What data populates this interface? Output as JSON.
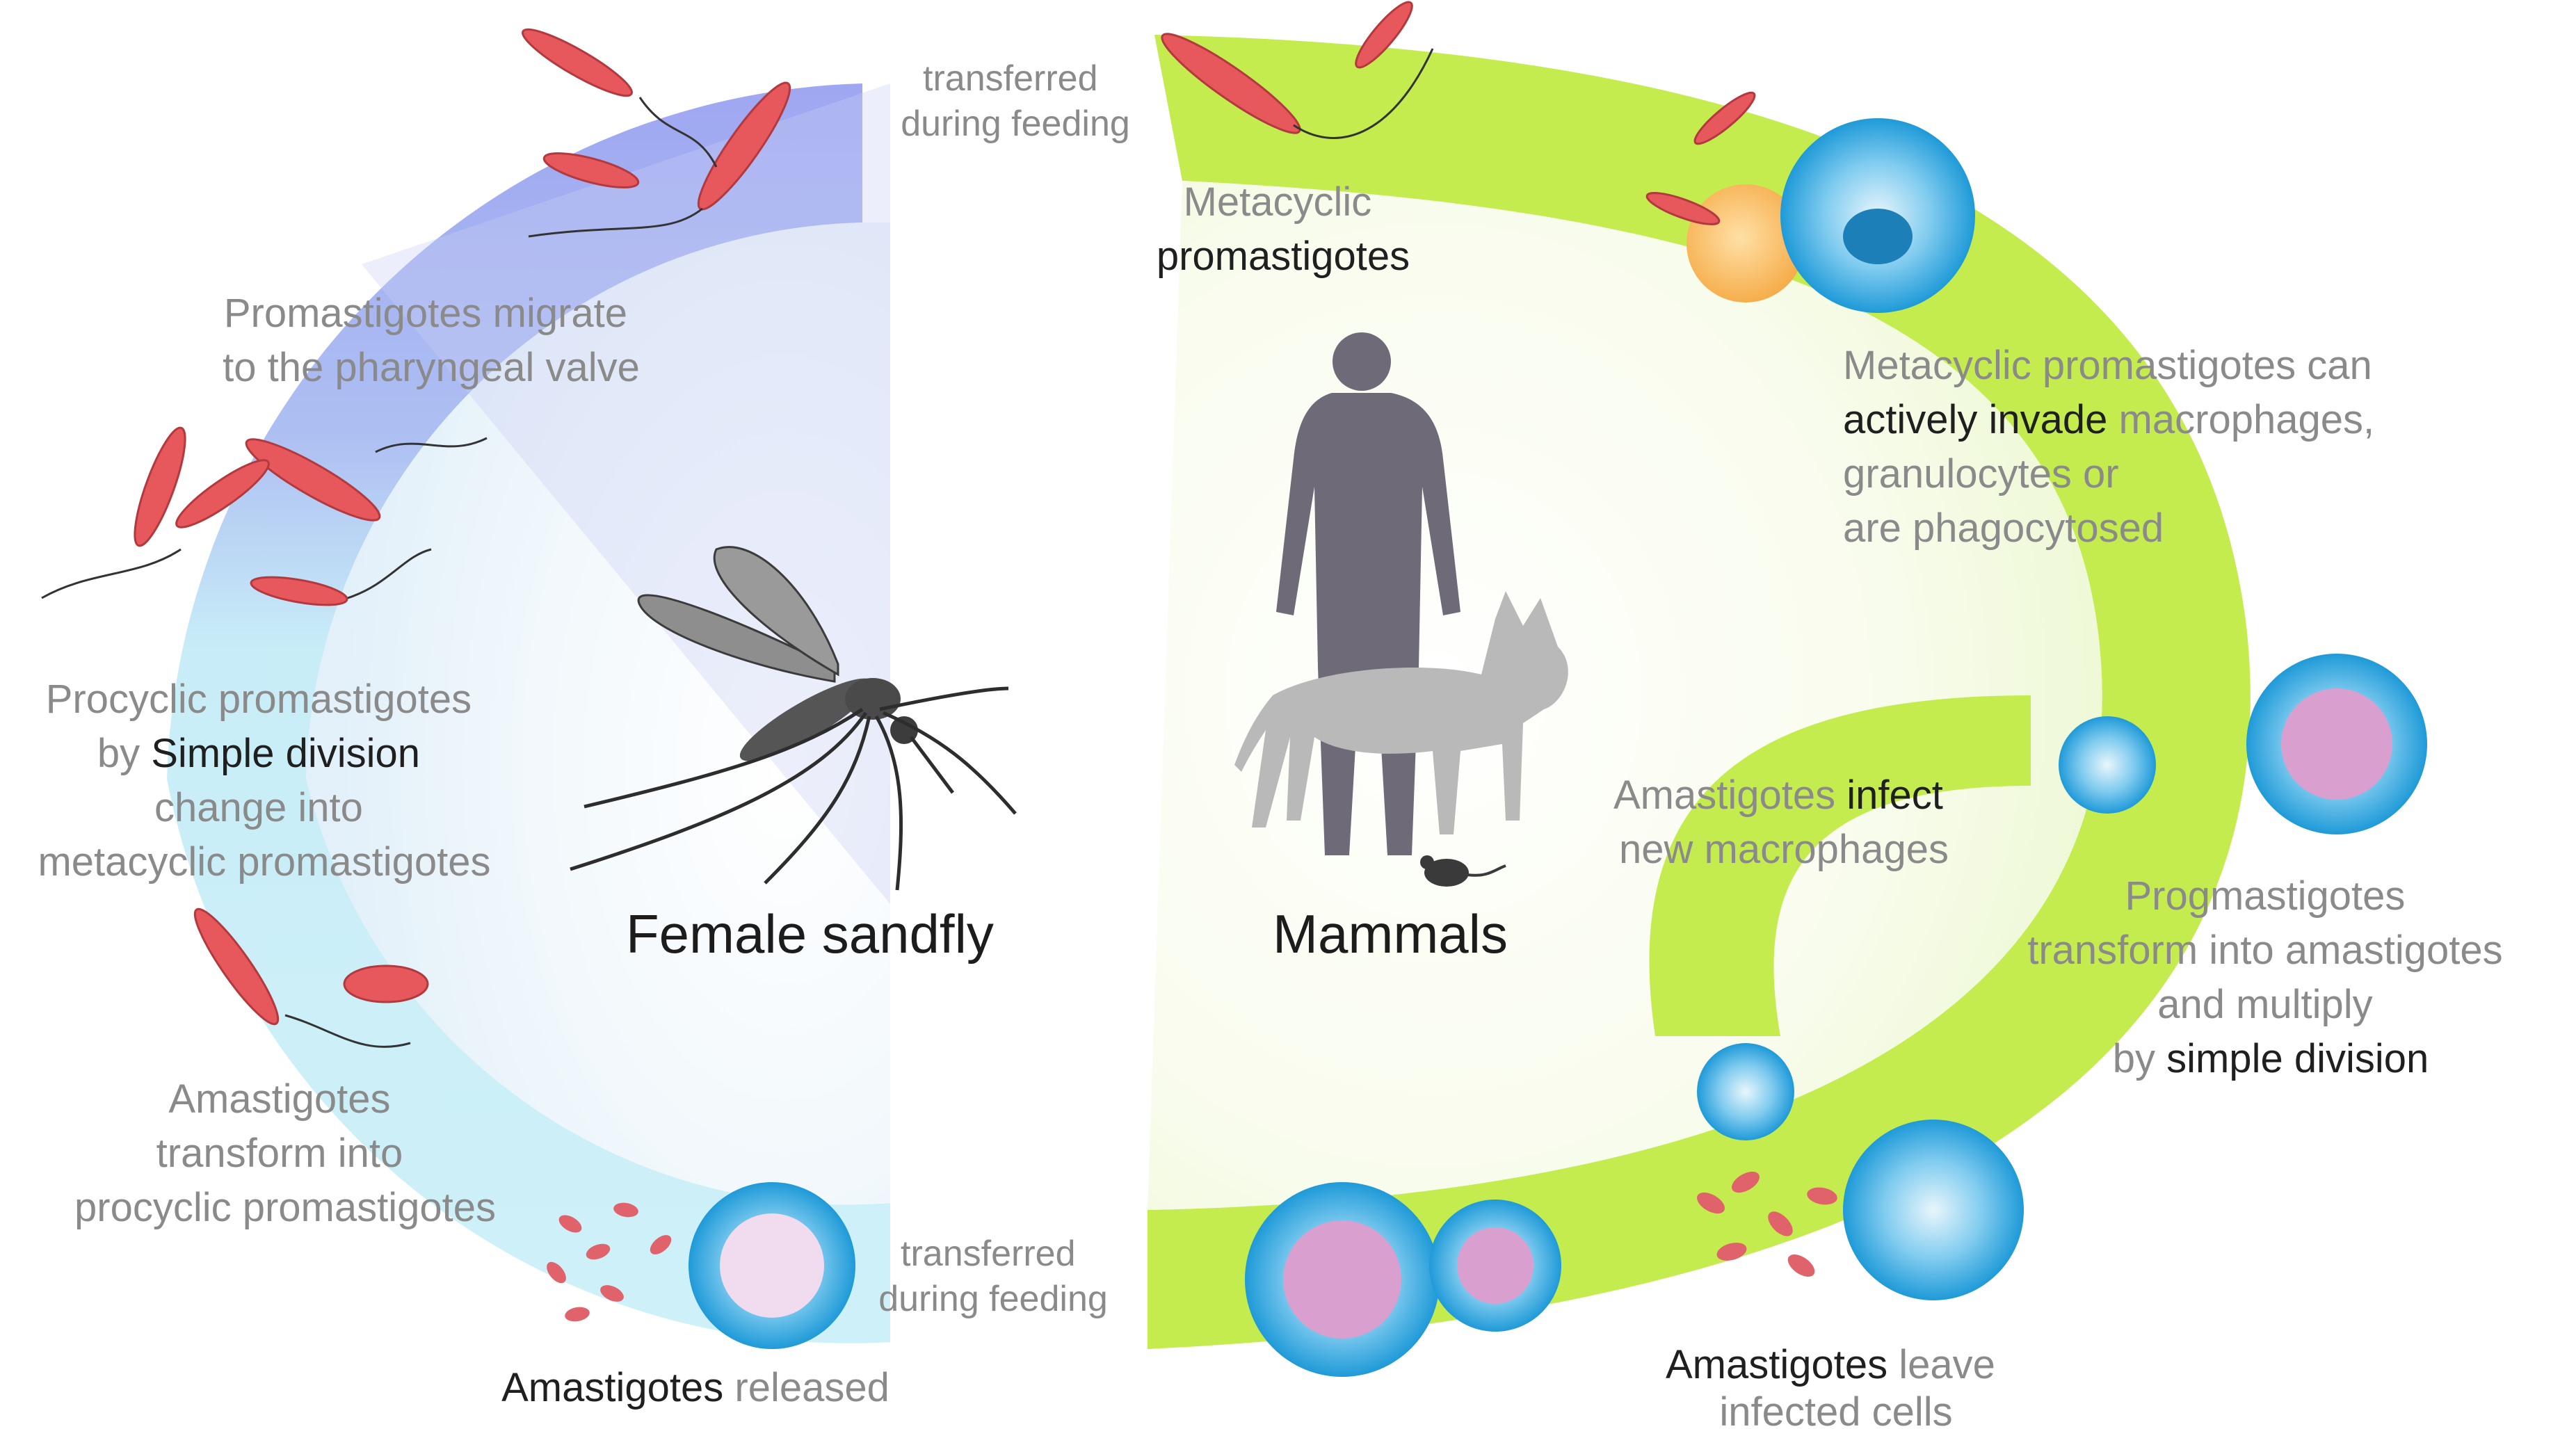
{
  "colors": {
    "sandfly_band_top": "#8f9af0",
    "sandfly_band_bottom": "#bfeef6",
    "mammal_band": "#c4ec4f",
    "macrophage": "#2aa9e0",
    "parasite": "#e6585c",
    "silhouette": "#6e6a78",
    "dog": "#b9b9b9"
  },
  "hosts": {
    "sandfly": "Female sandfly",
    "mammals": "Mammals"
  },
  "transfers": {
    "top": [
      "transferred",
      "during feeding"
    ],
    "bottom": [
      "transferred",
      "during feeding"
    ]
  },
  "sandfly_stages": {
    "migrate": [
      "Promastigotes migrate",
      "to the pharyngeal valve"
    ],
    "procyclic": {
      "line1": "Procyclic promastigotes",
      "line2_pre": "by ",
      "line2_bold": "Simple division",
      "line3": "change into",
      "line4": "metacyclic promastigotes"
    },
    "amastigote_transform": [
      "Amastigotes",
      "transform into",
      "procyclic promastigotes"
    ],
    "released": {
      "bold": "Amastigotes",
      "rest": " released"
    }
  },
  "mammal_stages": {
    "metacyclic": {
      "line1": "Metacyclic",
      "line2": "promastigotes"
    },
    "invade": {
      "line1": "Metacyclic promastigotes can",
      "line2_bold": "actively invade",
      "line2_rest": " macrophages,",
      "line3": "granulocytes or",
      "line4": "are phagocytosed"
    },
    "infect": {
      "line1_pre": "Amastigotes ",
      "line1_bold": "infect",
      "line2": "new macrophages"
    },
    "transform": {
      "line1": "Progmastigotes",
      "line2": "transform into amastigotes",
      "line3": "and multiply",
      "line4_pre": "by ",
      "line4_bold": "simple division"
    },
    "leave": {
      "line1_bold": "Amastigotes",
      "line1_rest": " leave",
      "line2": "infected cells"
    }
  }
}
